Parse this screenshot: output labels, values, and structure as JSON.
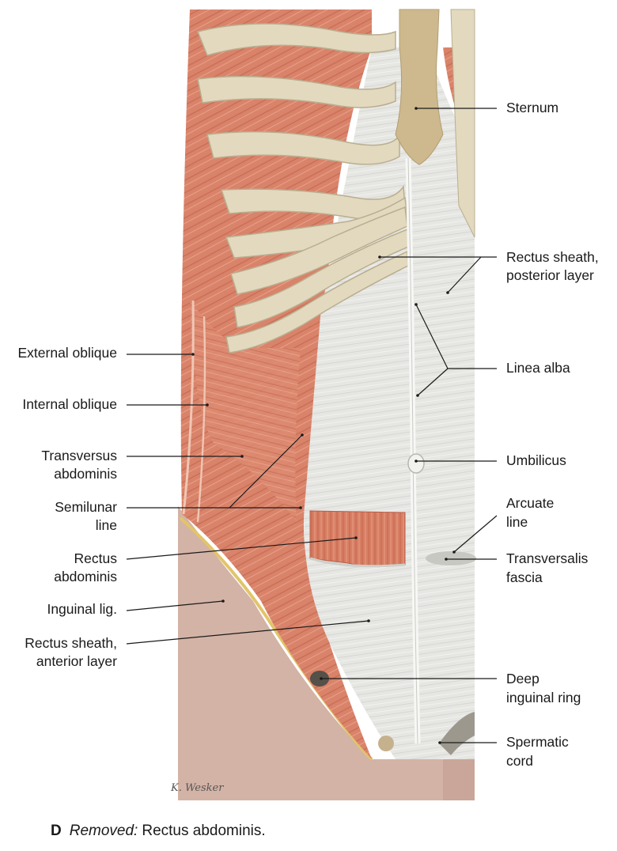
{
  "labels_left": [
    {
      "key": "external_oblique",
      "lines": [
        "External oblique"
      ]
    },
    {
      "key": "internal_oblique",
      "lines": [
        "Internal oblique"
      ]
    },
    {
      "key": "transversus",
      "lines": [
        "Transversus",
        "abdominis"
      ]
    },
    {
      "key": "semilunar",
      "lines": [
        "Semilunar",
        "line"
      ]
    },
    {
      "key": "rectus",
      "lines": [
        "Rectus",
        "abdominis"
      ]
    },
    {
      "key": "inguinal_lig",
      "lines": [
        "Inguinal lig."
      ]
    },
    {
      "key": "sheath_anterior",
      "lines": [
        "Rectus sheath,",
        "anterior layer"
      ]
    }
  ],
  "labels_right": [
    {
      "key": "sternum",
      "lines": [
        "Sternum"
      ]
    },
    {
      "key": "sheath_posterior",
      "lines": [
        "Rectus sheath,",
        "posterior layer"
      ]
    },
    {
      "key": "linea_alba",
      "lines": [
        "Linea alba"
      ]
    },
    {
      "key": "umbilicus",
      "lines": [
        "Umbilicus"
      ]
    },
    {
      "key": "arcuate",
      "lines": [
        "Arcuate",
        "line"
      ]
    },
    {
      "key": "transversalis",
      "lines": [
        "Transversalis",
        "fascia"
      ]
    },
    {
      "key": "deep_ring",
      "lines": [
        "Deep",
        "inguinal ring"
      ]
    },
    {
      "key": "spermatic",
      "lines": [
        "Spermatic",
        "cord"
      ]
    }
  ],
  "signature": "K. Wesker",
  "caption": {
    "letter": "D",
    "removed": "Removed:",
    "text": "Rectus abdominis."
  },
  "colors": {
    "muscle": "#d9836a",
    "bone": "#e2d9bf",
    "fascia": "#e8e8e6",
    "skin": "#d3b3a6"
  }
}
